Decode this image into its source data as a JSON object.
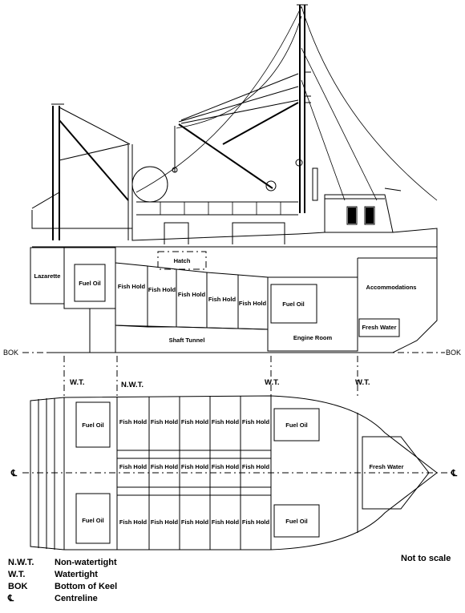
{
  "profile": {
    "hatch": "Hatch",
    "lazarette": "Lazarette",
    "fuel_oil_aft": "Fuel Oil",
    "fish_holds": [
      "Fish Hold",
      "Fish Hold",
      "Fish Hold",
      "Fish Hold",
      "Fish Hold"
    ],
    "fuel_oil_fwd": "Fuel Oil",
    "accommodations": "Accommodations",
    "fresh_water": "Fresh Water",
    "shaft_tunnel": "Shaft Tunnel",
    "engine_room": "Engine Room",
    "bok_left": "BOK",
    "bok_right": "BOK"
  },
  "bulkheads": {
    "wt_aft": "W.T.",
    "nwt": "N.W.T.",
    "wt_mid": "W.T.",
    "wt_fwd": "W.T."
  },
  "plan": {
    "cl_left": "℄",
    "cl_right": "℄",
    "fuel_oil_aft_upper": "Fuel Oil",
    "fuel_oil_aft_lower": "Fuel Oil",
    "fish_holds_upper": [
      "Fish Hold",
      "Fish Hold",
      "Fish Hold",
      "Fish Hold",
      "Fish Hold"
    ],
    "fish_holds_center": [
      "Fish Hold",
      "Fish Hold",
      "Fish Hold",
      "Fish Hold",
      "Fish Hold"
    ],
    "fish_holds_lower": [
      "Fish Hold",
      "Fish Hold",
      "Fish Hold",
      "Fish Hold",
      "Fish Hold"
    ],
    "fuel_oil_fwd_upper": "Fuel Oil",
    "fuel_oil_fwd_lower": "Fuel Oil",
    "fresh_water": "Fresh Water"
  },
  "scale_note": "Not to scale",
  "legend": [
    {
      "code": "N.W.T.",
      "text": "Non-watertight"
    },
    {
      "code": "W.T.",
      "text": "Watertight"
    },
    {
      "code": "BOK",
      "text": "Bottom of Keel"
    },
    {
      "code": "℄",
      "text": "Centreline"
    }
  ]
}
